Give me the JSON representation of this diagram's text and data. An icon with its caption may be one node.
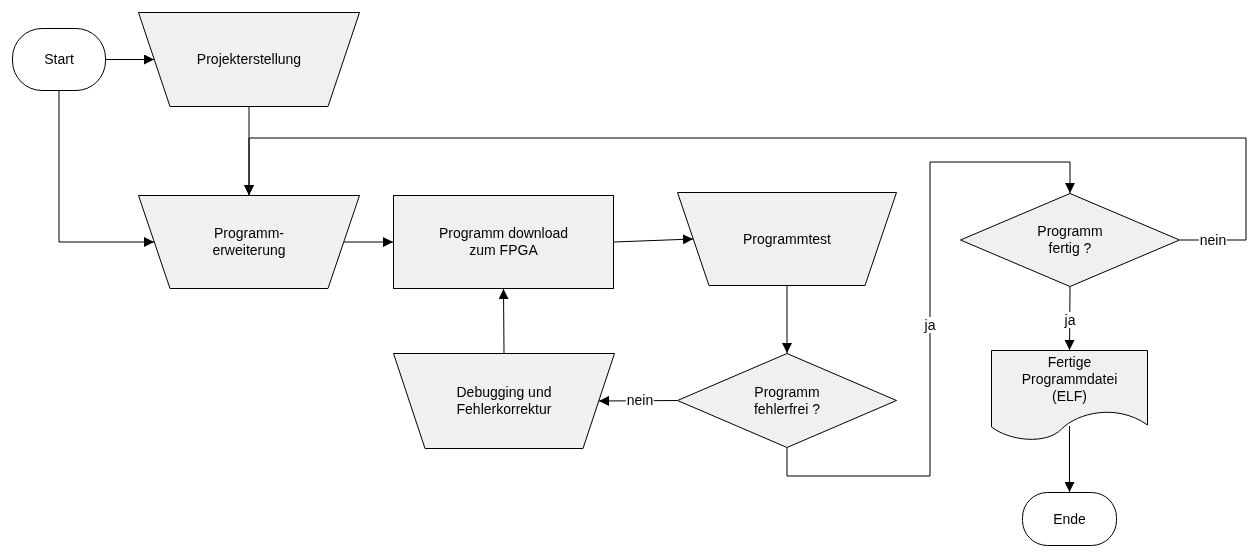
{
  "diagram": {
    "nodes": [
      {
        "text": [
          "Start"
        ]
      },
      {
        "text": [
          "Projekterstellung"
        ]
      },
      {
        "text": [
          "Programm- erweiterung"
        ]
      },
      {
        "text": [
          "Programm download zum FPGA"
        ]
      },
      {
        "text": [
          "Programmtest"
        ]
      },
      {
        "text": [
          "Programm fehlerfrei ?"
        ]
      },
      {
        "text": [
          "Debugging und Fehlerkorrektur"
        ]
      },
      {
        "text": [
          "Programm fertig ?"
        ]
      },
      {
        "text": [
          "Fertige Programmdatei (ELF)"
        ]
      },
      {
        "text": [
          "Ende"
        ]
      }
    ],
    "edges": [
      {
        "from": 0,
        "to": 1,
        "arrow": "to"
      },
      {
        "from": 1,
        "to": 2,
        "arrow": "to"
      },
      {
        "from": 0,
        "to": 2,
        "arrow": "to"
      },
      {
        "from": 2,
        "to": 3,
        "arrow": "to"
      },
      {
        "from": 3,
        "to": 4,
        "arrow": "to"
      },
      {
        "from": 4,
        "to": 5,
        "arrow": "to"
      },
      {
        "from": 5,
        "to": 6,
        "arrow": "to",
        "label": "nein"
      },
      {
        "from": 6,
        "to": 3,
        "arrow": "to"
      },
      {
        "from": 5,
        "to": 7,
        "arrow": "to",
        "label": "ja"
      },
      {
        "from": 7,
        "to": 8,
        "arrow": "to",
        "label": "ja"
      },
      {
        "from": 8,
        "to": 9,
        "arrow": "to"
      },
      {
        "from": 7,
        "to": 2,
        "arrow": "to",
        "label": "nein"
      }
    ]
  }
}
